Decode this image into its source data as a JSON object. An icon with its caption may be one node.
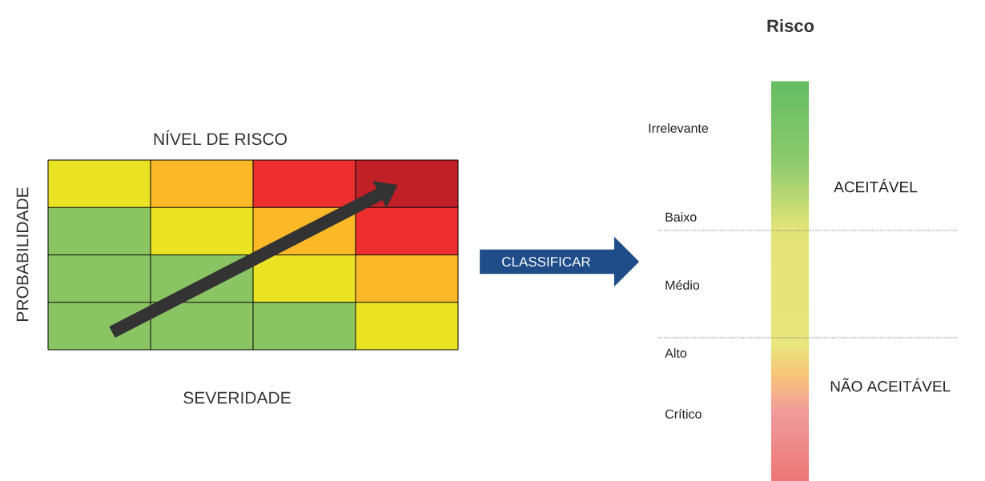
{
  "diagram": {
    "nodes": [
      {
        "text": [
          "CLASSIFICAR"
        ]
      }
    ],
    "labels": [
      "Risco",
      "NÍVEL DE RISCO",
      "PROBABILIDADE",
      "SEVERIDADE",
      "Irrelevante",
      "ACEITÁVEL",
      "Baixo",
      "Médio",
      "Alto",
      "NÃO ACEITÁVEL",
      "Crítico"
    ]
  }
}
